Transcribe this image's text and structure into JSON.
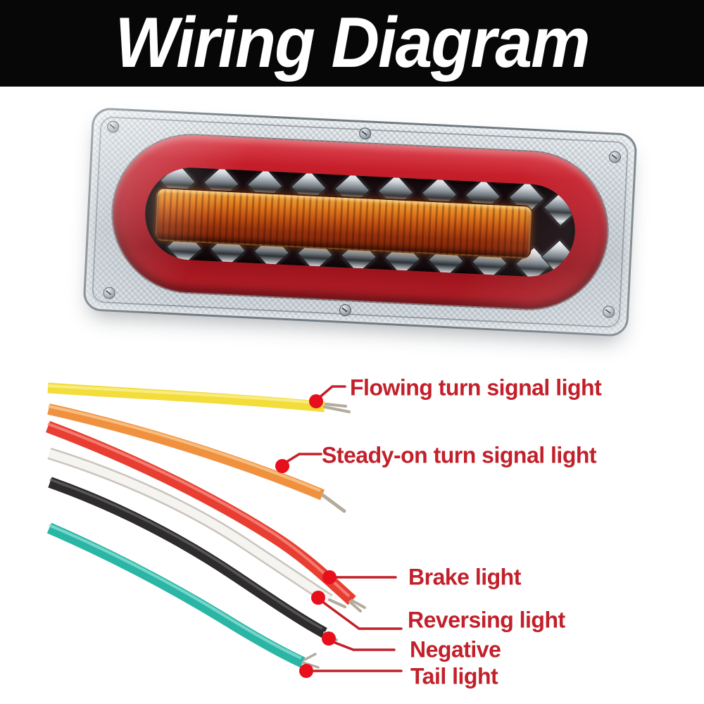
{
  "title": {
    "text": "Wiring Diagram"
  },
  "colors": {
    "page_bg": "#ffffff",
    "banner_bg": "#070707",
    "title_text": "#ffffff",
    "label_text": "#c2202a",
    "leader": "#c2202a",
    "dot": "#e60f1b",
    "strand": "#b3ab9b"
  },
  "wires": [
    {
      "name": "yellow-wire",
      "label": "Flowing turn signal light",
      "color": "#f2dd3a",
      "highlight": "#f9ef8e"
    },
    {
      "name": "orange-wire",
      "label": "Steady-on turn signal light",
      "color": "#f09140",
      "highlight": "#f8c488"
    },
    {
      "name": "red-wire",
      "label": "Brake light",
      "color": "#e83e32",
      "highlight": "#f58b7f"
    },
    {
      "name": "white-wire",
      "label": "Reversing light",
      "color": "#f6f4f0",
      "highlight": "#ffffff",
      "outline": "#c9c4bc"
    },
    {
      "name": "black-wire",
      "label": "Negative",
      "color": "#2e2b2c",
      "highlight": "#6a6a6a"
    },
    {
      "name": "teal-wire",
      "label": "Tail light",
      "color": "#2bb5a5",
      "highlight": "#8adfd3"
    }
  ]
}
